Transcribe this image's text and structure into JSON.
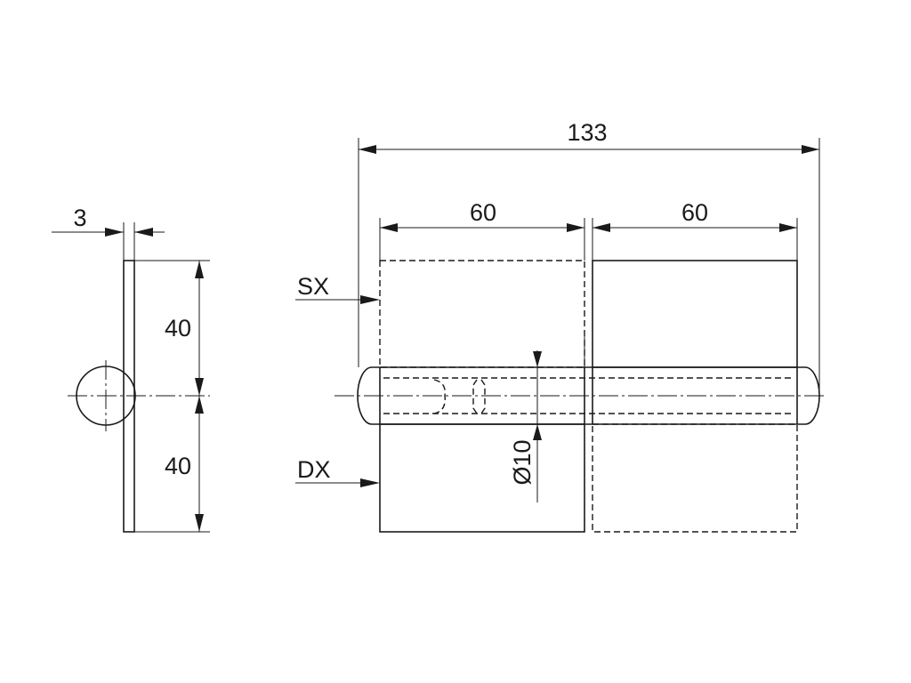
{
  "dimensions": {
    "overall_length": "133",
    "left_leaf_width": "60",
    "right_leaf_width": "60",
    "thickness": "3",
    "upper_height": "40",
    "lower_height": "40",
    "pin_diameter": "Ø10"
  },
  "labels": {
    "sx": "SX",
    "dx": "DX"
  }
}
